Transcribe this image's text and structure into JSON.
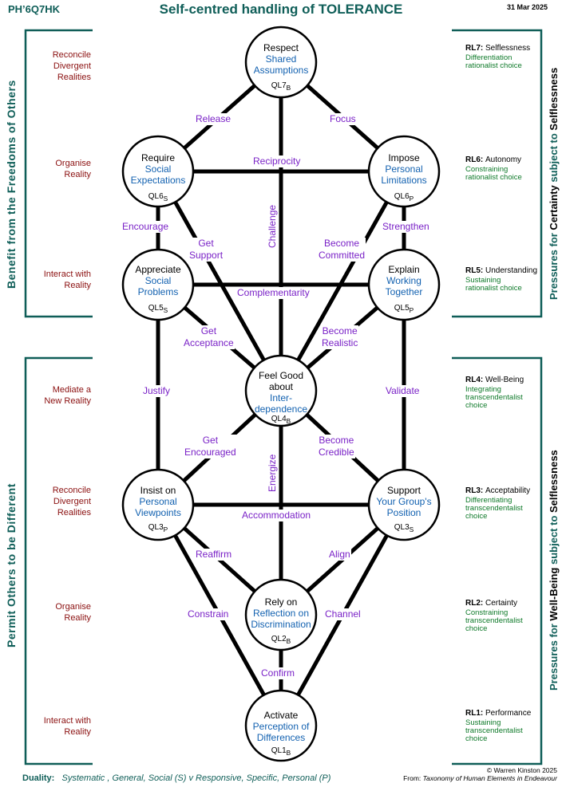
{
  "header": {
    "code": "PH’6Q7HK",
    "title": "Self-centred handling of TOLERANCE",
    "date": "31 Mar 2025"
  },
  "left_groups": {
    "top": "Benefit  from  the  Freedoms  of  Others",
    "bottom": "Permit  Others  to  be  Different"
  },
  "left_labels": [
    [
      "Reconcile",
      "Divergent",
      "Realities"
    ],
    [
      "Organise",
      "Reality"
    ],
    [
      "Interact with",
      "Reality"
    ],
    [
      "Mediate a",
      "New Reality"
    ],
    [
      "Reconcile",
      "Divergent",
      "Realities"
    ],
    [
      "Organise",
      "Reality"
    ],
    [
      "Interact with",
      "Reality"
    ]
  ],
  "right_groups": {
    "top": {
      "pre": "Pressures for ",
      "bold": "Certainty",
      "mid": " subject to ",
      "bold2": "Selflessness"
    },
    "bottom": {
      "pre": "Pressures for ",
      "bold": "Well-Being",
      "mid": " subject to ",
      "bold2": "Selflessness"
    }
  },
  "levels": [
    {
      "code": "RL7:",
      "name": "Selflessness",
      "sub": [
        "Differentiation",
        "rationalist choice"
      ]
    },
    {
      "code": "RL6:",
      "name": "Autonomy",
      "sub": [
        "Constraining",
        "rationalist choice"
      ]
    },
    {
      "code": "RL5:",
      "name": "Understanding",
      "sub": [
        "Sustaining",
        "rationalist choice"
      ]
    },
    {
      "code": "RL4:",
      "name": "Well-Being",
      "sub": [
        "Integrating",
        "transcendentalist",
        "choice"
      ]
    },
    {
      "code": "RL3:",
      "name": "Acceptability",
      "sub": [
        "Differentiating",
        "transcendentalist",
        "choice"
      ]
    },
    {
      "code": "RL2:",
      "name": "Certainty",
      "sub": [
        "Constraining",
        "transcendentalist",
        "choice"
      ]
    },
    {
      "code": "RL1:",
      "name": "Performance",
      "sub": [
        "Sustaining",
        "transcendentalist",
        "choice"
      ]
    }
  ],
  "nodes": {
    "ql7": {
      "key": [
        "Respect"
      ],
      "sub": [
        "Shared",
        "Assumptions"
      ],
      "ql": "QL7",
      "suffix": "B"
    },
    "ql6s": {
      "key": [
        "Require"
      ],
      "sub": [
        "Social",
        "Expectations"
      ],
      "ql": "QL6",
      "suffix": "S"
    },
    "ql6p": {
      "key": [
        "Impose"
      ],
      "sub": [
        "Personal",
        "Limitations"
      ],
      "ql": "QL6",
      "suffix": "P"
    },
    "ql5s": {
      "key": [
        "Appreciate"
      ],
      "sub": [
        "Social",
        "Problems"
      ],
      "ql": "QL5",
      "suffix": "S"
    },
    "ql5p": {
      "key": [
        "Explain"
      ],
      "sub": [
        "Working",
        "Together"
      ],
      "ql": "QL5",
      "suffix": "P"
    },
    "ql4": {
      "key": [
        "Feel Good",
        "about"
      ],
      "sub": [
        "Inter-",
        "dependence"
      ],
      "ql": "QL4",
      "suffix": "B"
    },
    "ql3p": {
      "key": [
        "Insist on"
      ],
      "sub": [
        "Personal",
        "Viewpoints"
      ],
      "ql": "QL3",
      "suffix": "P"
    },
    "ql3s": {
      "key": [
        "Support"
      ],
      "sub": [
        "Your Group's",
        "Position"
      ],
      "ql": "QL3",
      "suffix": "S"
    },
    "ql2": {
      "key": [
        "Rely on"
      ],
      "sub": [
        "Reflection on",
        "Discrimination"
      ],
      "ql": "QL2",
      "suffix": "B"
    },
    "ql1": {
      "key": [
        "Activate"
      ],
      "sub": [
        "Perception of",
        "Differences"
      ],
      "ql": "QL1",
      "suffix": "B"
    }
  },
  "edges": {
    "release": "Release",
    "focus": "Focus",
    "reciprocity": "Reciprocity",
    "encourage": "Encourage",
    "strengthen": "Strengthen",
    "get_support": [
      "Get",
      "Support"
    ],
    "become_committed": [
      "Become",
      "Committed"
    ],
    "challenge": "Challenge",
    "complementarity": "Complementarity",
    "get_acceptance": [
      "Get",
      "Acceptance"
    ],
    "become_realistic": [
      "Become",
      "Realistic"
    ],
    "justify": "Justify",
    "validate": "Validate",
    "get_encouraged": [
      "Get",
      "Encouraged"
    ],
    "become_credible": [
      "Become",
      "Credible"
    ],
    "energize": "Energize",
    "accommodation": "Accommodation",
    "reaffirm": "Reaffirm",
    "align": "Align",
    "constrain": "Constrain",
    "channel": "Channel",
    "confirm": "Confirm"
  },
  "footer": {
    "duality_label": "Duality:",
    "duality_text": "Systematic , General, Social (S)  v   Responsive, Specific, Personal (P)",
    "copyright": "© Warren Kinston  2025",
    "from": "From: ",
    "source": "Taxonomy of Human Elements in Endeavour"
  },
  "colors": {
    "teal": "#0f5e58",
    "red_label": "#8b1010",
    "edge_purple": "#7a22c7",
    "node_blue": "#1261b0",
    "green_sub": "#0f7a2a"
  }
}
